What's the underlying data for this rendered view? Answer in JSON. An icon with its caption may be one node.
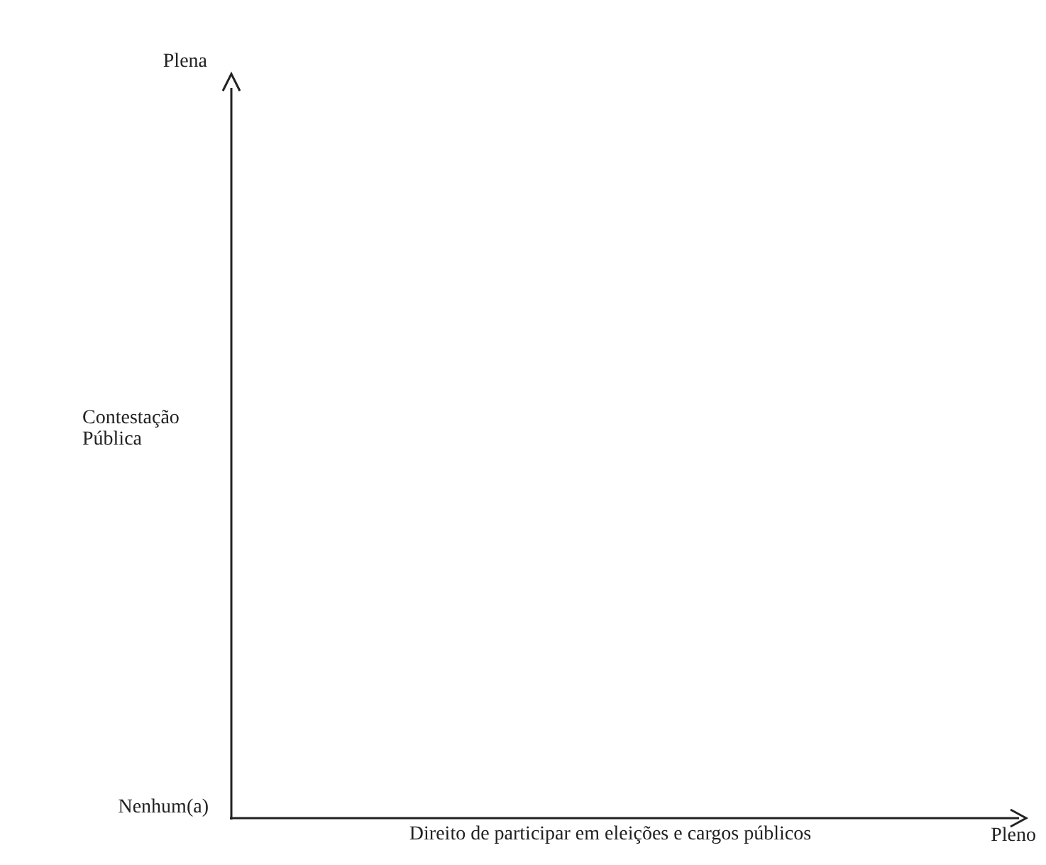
{
  "diagram": {
    "labels": [
      "Plena",
      "Contestação Pública",
      "Nenhum(a)",
      "Direito de participar em eleições e cargos públicos",
      "Pleno"
    ]
  }
}
